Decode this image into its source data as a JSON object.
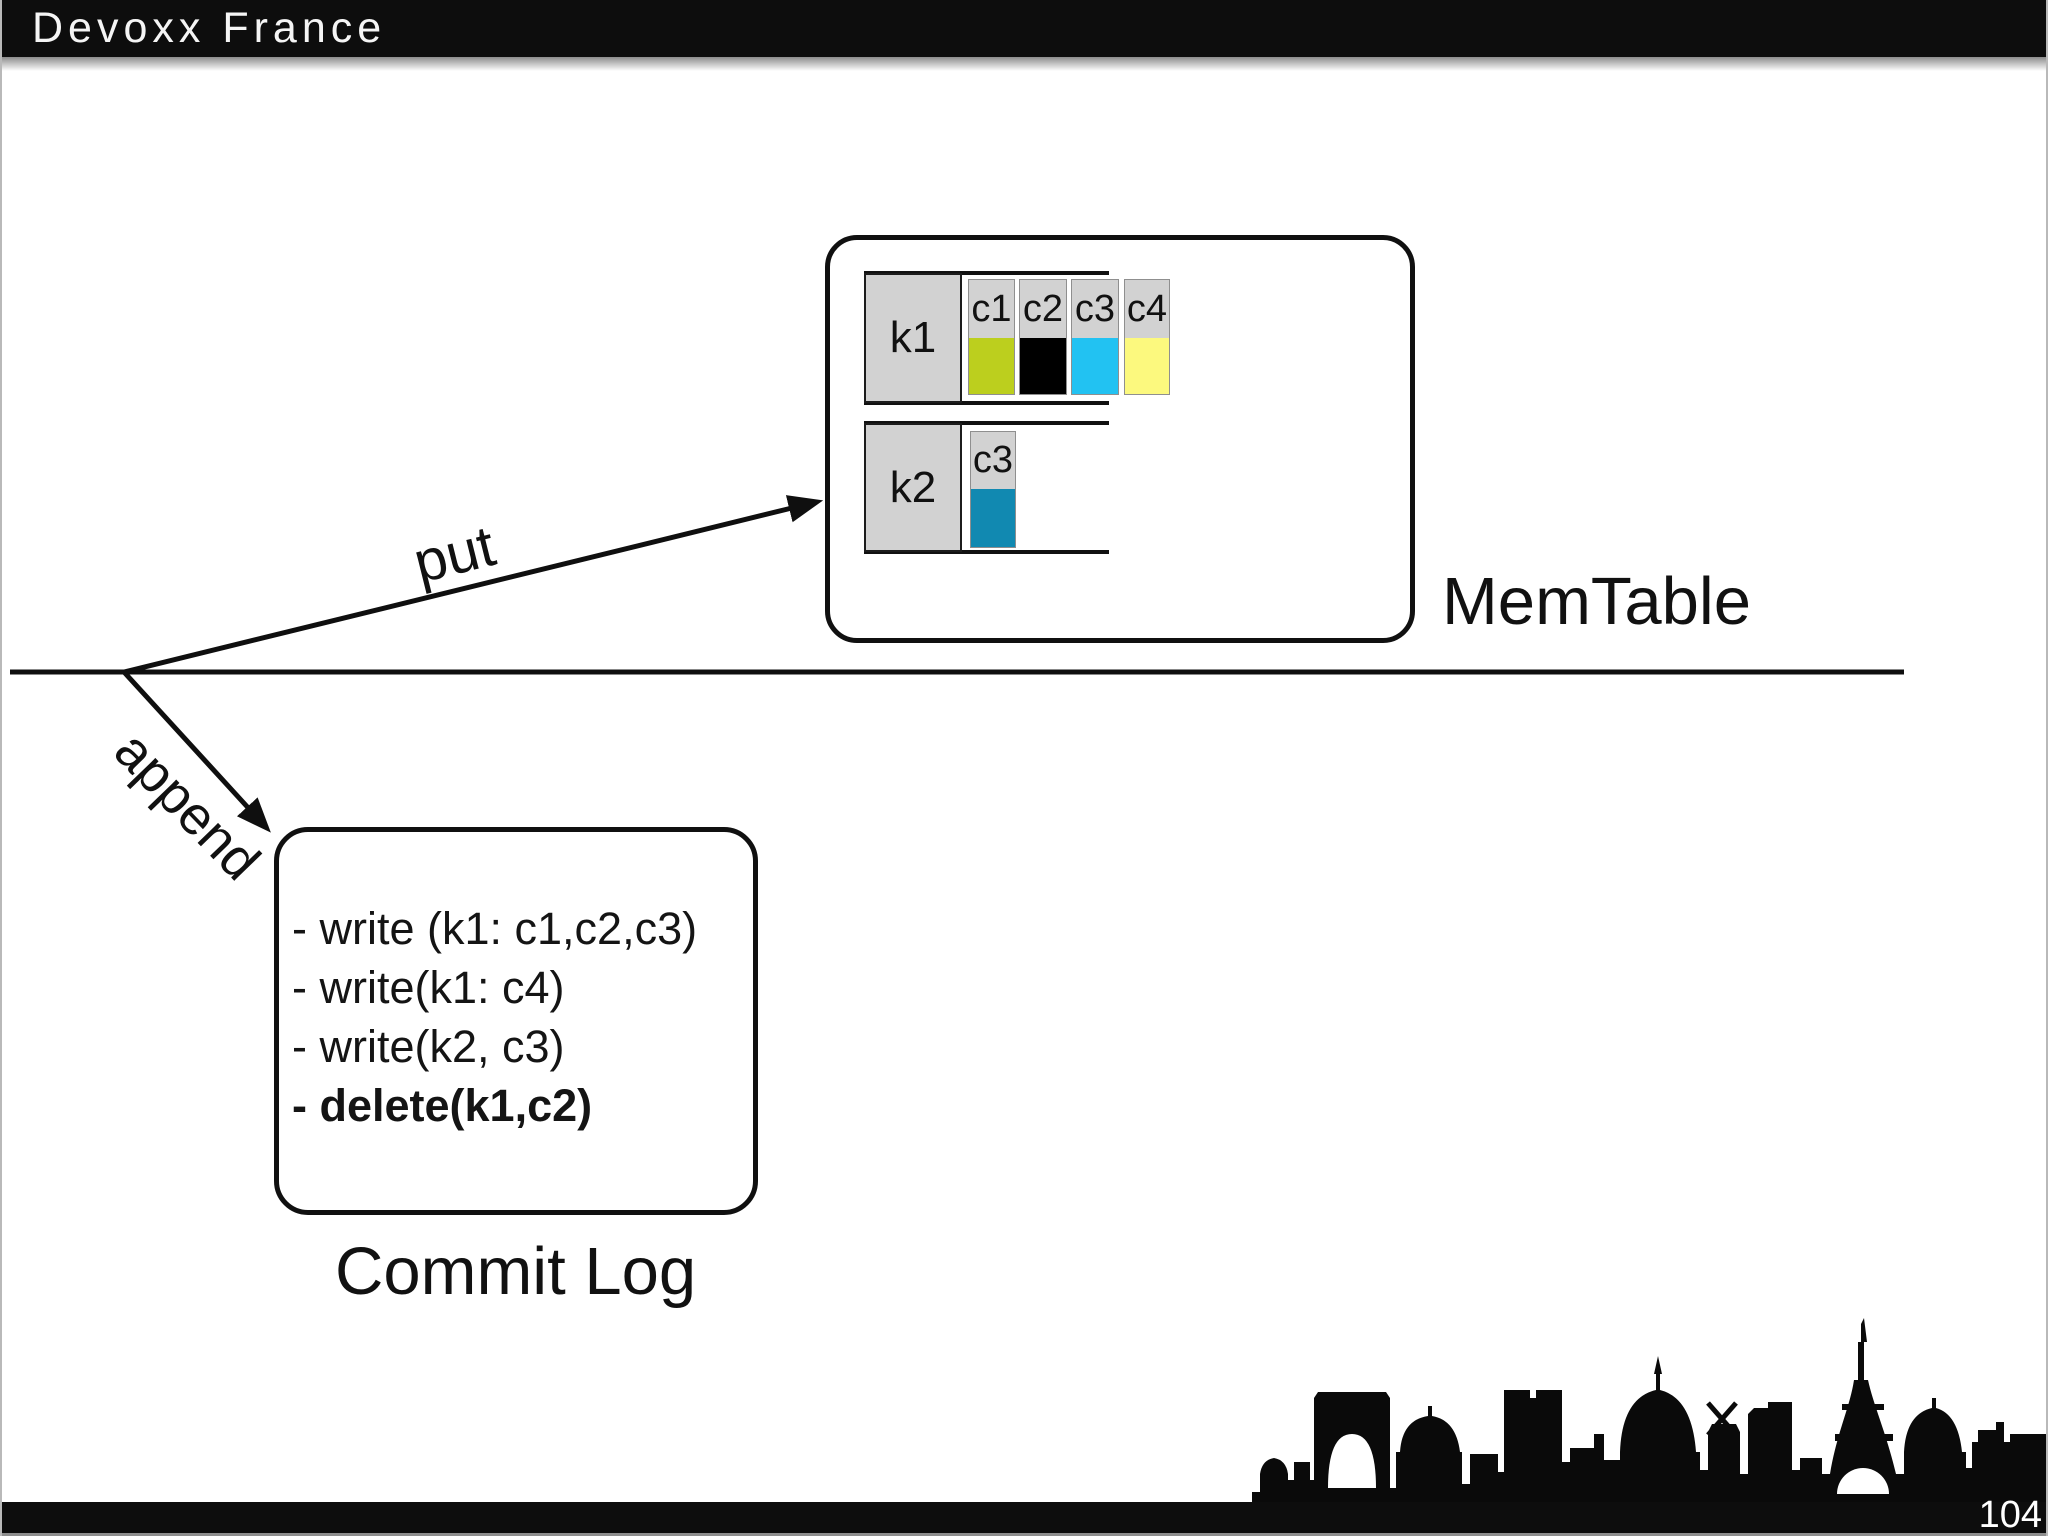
{
  "header": {
    "brand": "Devoxx France"
  },
  "memtable": {
    "label": "MemTable",
    "rows": [
      {
        "key": "k1",
        "columns": [
          {
            "label": "c1",
            "color": "#bccf1e"
          },
          {
            "label": "c2",
            "color": "#000000"
          },
          {
            "label": "c3",
            "color": "#22c2f2"
          },
          {
            "label": "c4",
            "color": "#fcf97e"
          }
        ]
      },
      {
        "key": "k2",
        "columns": [
          {
            "label": "c3",
            "color": "#1189b1"
          }
        ]
      }
    ]
  },
  "arrows": {
    "put_label": "put",
    "append_label": "append"
  },
  "commit_log": {
    "label": "Commit Log",
    "entries": [
      {
        "text": "- write (k1: c1,c2,c3)",
        "bold": false
      },
      {
        "text": "- write(k1: c4)",
        "bold": false
      },
      {
        "text": "- write(k2, c3)",
        "bold": false
      },
      {
        "text": "- delete(k1,c2)",
        "bold": true
      }
    ]
  },
  "footer": {
    "page_number": "104"
  }
}
